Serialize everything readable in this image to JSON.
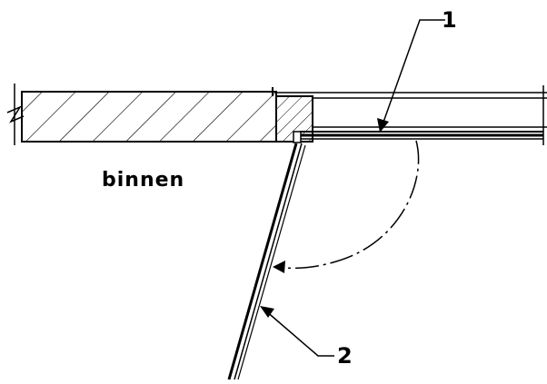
{
  "labels": {
    "room": "binnen",
    "callout_1": "1",
    "callout_2": "2"
  },
  "colors": {
    "line": "#000000",
    "background": "#ffffff"
  }
}
